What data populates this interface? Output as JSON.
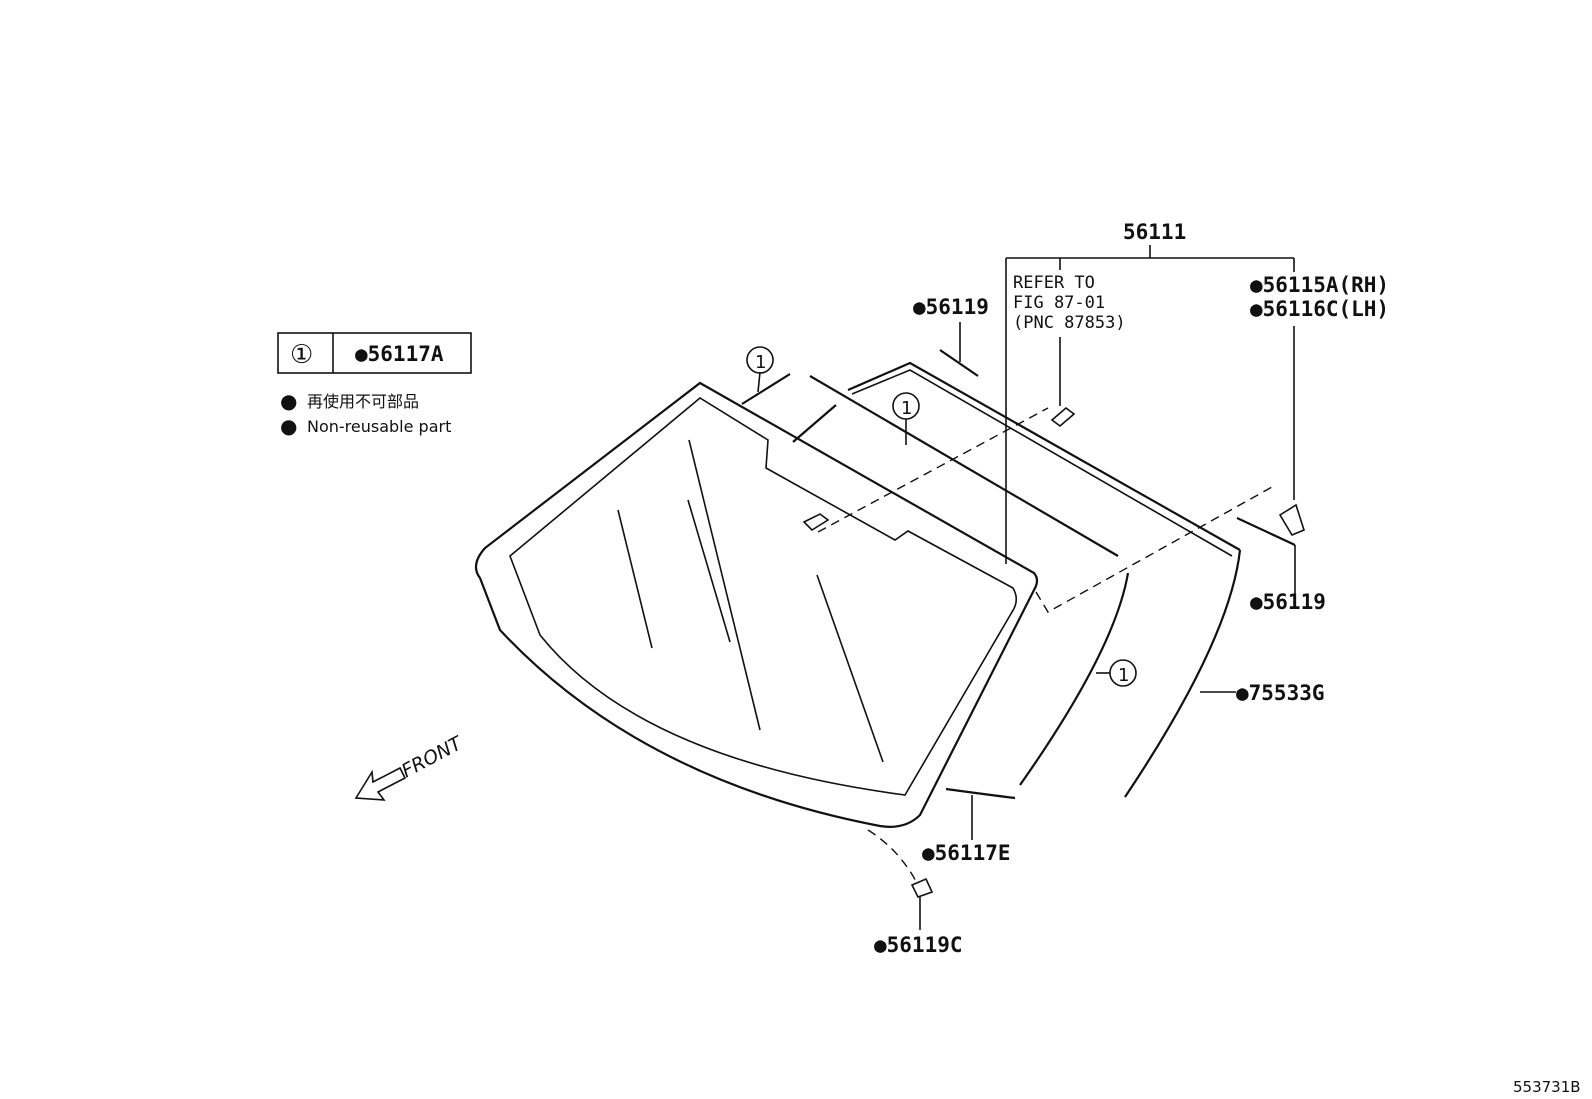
{
  "legend": {
    "key_symbol": "①",
    "key_part": "●56117A",
    "notes": [
      {
        "bullet": "●",
        "text": "再使用不可部品"
      },
      {
        "bullet": "●",
        "text": "Non-reusable part"
      }
    ]
  },
  "callouts": {
    "main_assembly": "56111",
    "refer_lines": [
      "REFER TO",
      "FIG 87-01",
      "(PNC 87853)"
    ],
    "p56115a": "●56115A(RH)",
    "p56116c": "●56116C(LH)",
    "p56119_top": "●56119",
    "p56119_right": "●56119",
    "p75533g": "●75533G",
    "p56117e": "●56117E",
    "p56119c": "●56119C",
    "circle_one": "①"
  },
  "front_label": "FRONT",
  "figure_code": "553731B"
}
